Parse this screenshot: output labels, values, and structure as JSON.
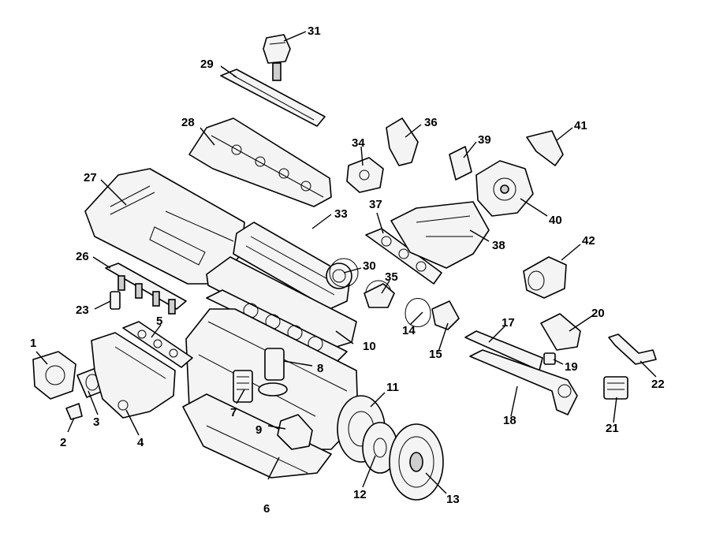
{
  "diagram": {
    "callouts": [
      {
        "id": "1",
        "label": "1"
      },
      {
        "id": "2",
        "label": "2"
      },
      {
        "id": "3",
        "label": "3"
      },
      {
        "id": "4",
        "label": "4"
      },
      {
        "id": "5",
        "label": "5"
      },
      {
        "id": "6",
        "label": "6"
      },
      {
        "id": "7",
        "label": "7"
      },
      {
        "id": "8",
        "label": "8"
      },
      {
        "id": "9",
        "label": "9"
      },
      {
        "id": "10",
        "label": "10"
      },
      {
        "id": "11",
        "label": "11"
      },
      {
        "id": "12",
        "label": "12"
      },
      {
        "id": "13",
        "label": "13"
      },
      {
        "id": "14",
        "label": "14"
      },
      {
        "id": "15",
        "label": "15"
      },
      {
        "id": "17",
        "label": "17"
      },
      {
        "id": "18",
        "label": "18"
      },
      {
        "id": "19",
        "label": "19"
      },
      {
        "id": "20",
        "label": "20"
      },
      {
        "id": "21",
        "label": "21"
      },
      {
        "id": "22",
        "label": "22"
      },
      {
        "id": "23",
        "label": "23"
      },
      {
        "id": "26",
        "label": "26"
      },
      {
        "id": "27",
        "label": "27"
      },
      {
        "id": "28",
        "label": "28"
      },
      {
        "id": "29",
        "label": "29"
      },
      {
        "id": "30",
        "label": "30"
      },
      {
        "id": "31",
        "label": "31"
      },
      {
        "id": "33",
        "label": "33"
      },
      {
        "id": "34",
        "label": "34"
      },
      {
        "id": "35",
        "label": "35"
      },
      {
        "id": "36",
        "label": "36"
      },
      {
        "id": "37",
        "label": "37"
      },
      {
        "id": "38",
        "label": "38"
      },
      {
        "id": "39",
        "label": "39"
      },
      {
        "id": "40",
        "label": "40"
      },
      {
        "id": "41",
        "label": "41"
      },
      {
        "id": "42",
        "label": "42"
      }
    ]
  }
}
